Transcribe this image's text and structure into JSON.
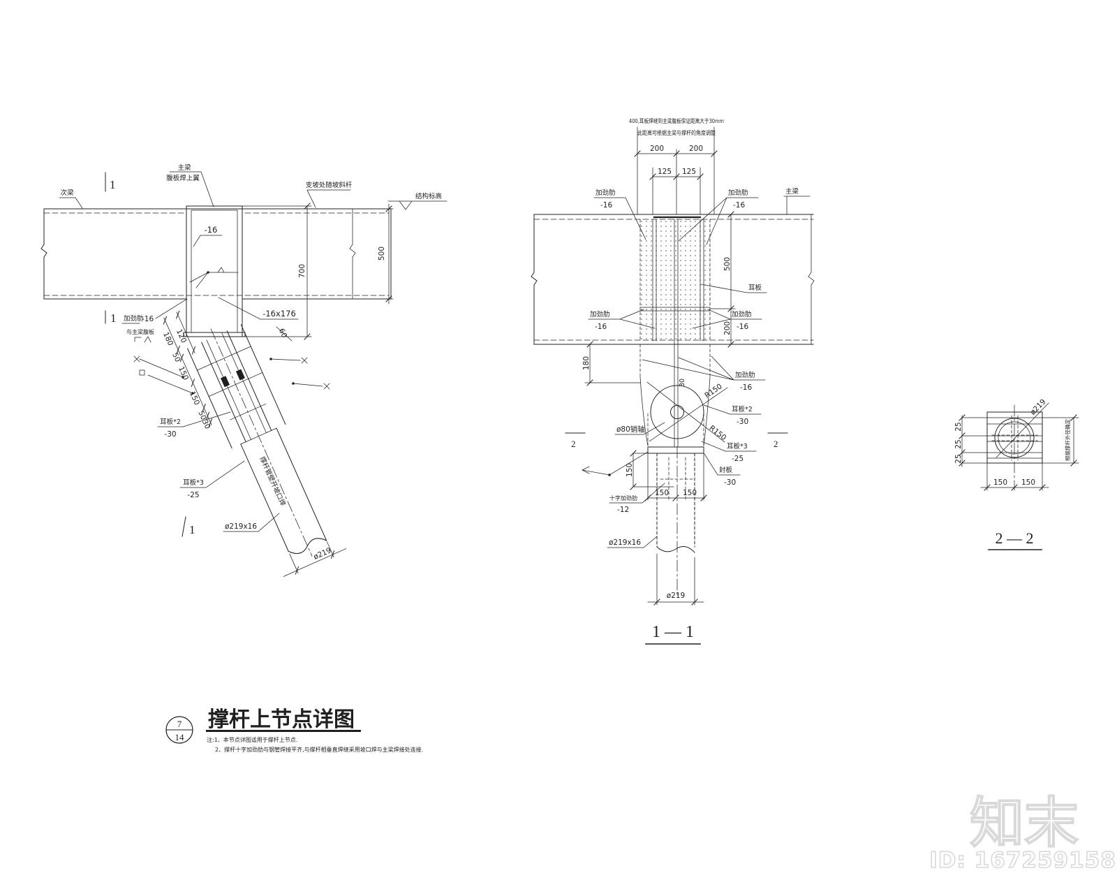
{
  "drawing": {
    "colors": {
      "line": "#1f1f1f",
      "background": "#ffffff",
      "watermark": "#d9d9d9"
    },
    "left_view": {
      "section_mark_top": "1",
      "section_mark_mid": "1",
      "section_mark_bottom": "1",
      "beam_label": "次梁",
      "column_label_1": "主梁",
      "column_label_2": "腹板焊上翼",
      "slope_label": "变坡处随坡斜杆",
      "elevation_label": "结构标高",
      "dim_500": "500",
      "dim_700": "700",
      "plate_16": "-16",
      "plate_16x176": "-16x176",
      "stiffener_label": "加劲肋",
      "stiffener_thk": "-16",
      "web_label": "与主梁腹板",
      "dim_180": "180",
      "dim_120": "120",
      "dim_60": "60",
      "dim_50": "50",
      "dim_150": "150",
      "dim_30": "30",
      "lug2_label": "耳板*2",
      "lug2_thk": "-30",
      "lug3_label": "耳板*3",
      "lug3_thk": "-25",
      "brace_note": "撑杆管壁开坡口焊",
      "pipe_spec": "ø219x16",
      "pipe_dia": "ø219"
    },
    "section_1_1": {
      "title": "1 — 1",
      "note_line1": "400,耳板焊缝到主梁腹板保证距离大于30mm",
      "note_line2": "此距离可根据主梁与撑杆的角度调整",
      "dim_200l": "200",
      "dim_200r": "200",
      "dim_125l": "125",
      "dim_125r": "125",
      "dim_500": "500",
      "dim_200v": "200",
      "dim_180": "180",
      "dim_30": "30",
      "dim_150v": "150",
      "dim_150l": "150",
      "dim_150r": "150",
      "r150_a": "R150",
      "r150_b": "R150",
      "stiffener": "加劲肋",
      "thk16": "-16",
      "main_beam": "主梁",
      "lug": "耳板",
      "pin_label": "ø80销轴",
      "lug2": "耳板*2",
      "lug2_thk": "-30",
      "lug3": "耳板*3",
      "lug3_thk": "-25",
      "cap_plate": "封板",
      "cap_thk": "-30",
      "cross_stiffener": "十字加劲肋",
      "cross_thk": "-12",
      "pipe_spec": "ø219x16",
      "pipe_dia": "ø219",
      "section_mark": "2"
    },
    "section_2_2": {
      "title": "2 — 2",
      "dim_25": "25",
      "dim_150l": "150",
      "dim_150r": "150",
      "pipe_dia": "ø219",
      "side_note": "根据撑杆外径确定"
    },
    "title_block": {
      "detail_no": "7",
      "sheet_no": "14",
      "title": "撑杆上节点详图",
      "note1": "注:1、本节点详图适用于撑杆上节点.",
      "note2": "2、撑杆十字加劲肋与钢管焊接平齐,与撑杆相垂直焊缝采用坡口焊与主梁焊接处连接."
    },
    "watermark": {
      "brand": "知末",
      "id_text": "ID: 167259158"
    }
  }
}
